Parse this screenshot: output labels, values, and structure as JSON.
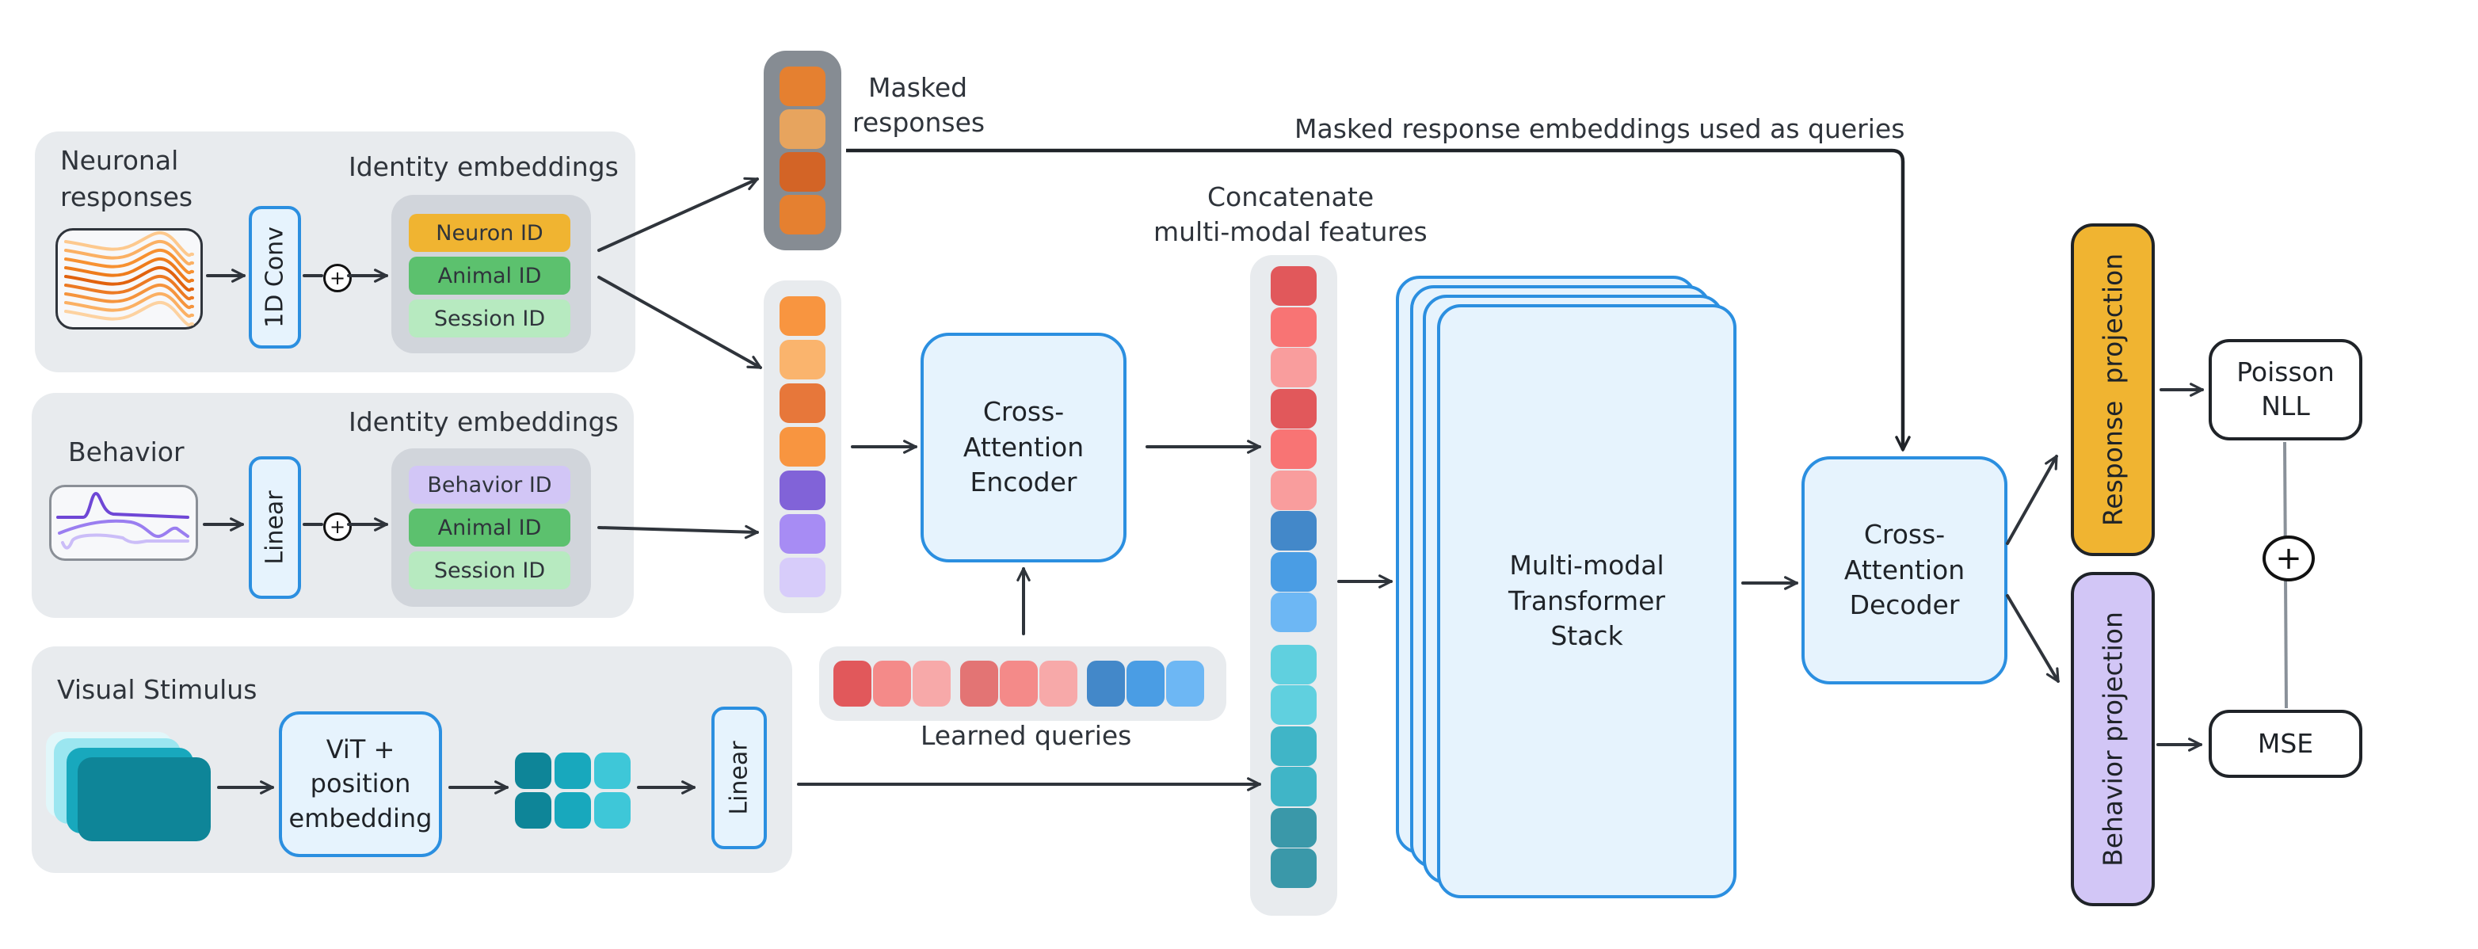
{
  "neuronal_panel": {
    "title_line1": "Neuronal",
    "title_line2": "responses",
    "encoder_label": "1D Conv",
    "identity_title": "Identity embeddings",
    "ids": [
      "Neuron ID",
      "Animal ID",
      "Session ID"
    ],
    "id_colors": [
      "#f0b431",
      "#5cc16e",
      "#b7eac0"
    ],
    "trace_colors": [
      "#fdc98e",
      "#fbb063",
      "#f79131",
      "#ee7c1c",
      "#e1620e",
      "#ec7a23",
      "#f5943d",
      "#fbb063",
      "#fdd2a0"
    ]
  },
  "behavior_panel": {
    "title": "Behavior",
    "encoder_label": "Linear",
    "identity_title": "Identity embeddings",
    "ids": [
      "Behavior ID",
      "Animal ID",
      "Session ID"
    ],
    "id_colors": [
      "#d2c6f6",
      "#5cc16e",
      "#b7eac0"
    ],
    "trace_colors": [
      "#6f47d6",
      "#9a7ef0",
      "#cbbdf8"
    ]
  },
  "visual_panel": {
    "title": "Visual Stimulus",
    "vit_label_line1": "ViT +",
    "vit_label_line2": "position",
    "vit_label_line3": "embedding",
    "encoder_label": "Linear",
    "frame_colors": [
      "#e1f7fa",
      "#9be6f0",
      "#18a8bd",
      "#0e8598"
    ],
    "patch_colors": [
      "#0e8598",
      "#18a8bd",
      "#3ec7d8"
    ]
  },
  "masked": {
    "label_line1": "Masked",
    "label_line2": "responses",
    "cell_colors": [
      "#e58030",
      "#e7a45e",
      "#d36426",
      "#e58030"
    ]
  },
  "embedding_column": {
    "cell_colors": [
      "#f89540",
      "#fab46d",
      "#e7773a",
      "#f89540",
      "#8163d8",
      "#a78cf4",
      "#d7ccfa"
    ]
  },
  "top_connection": {
    "label": "Masked response embeddings used as queries"
  },
  "encoder": {
    "line1": "Cross-",
    "line2": "Attention",
    "line3": "Encoder"
  },
  "learned_queries": {
    "label": "Learned queries",
    "cell_colors": [
      "#e1585b",
      "#f48a89",
      "#f7a9a9",
      "#e37474",
      "#f48a89",
      "#f7a9a9",
      "#4388c9",
      "#4a9de4",
      "#6db7f4"
    ]
  },
  "concat": {
    "label_line1": "Concatenate",
    "label_line2": "multi-modal features",
    "cell_colors_top": [
      "#e1585b",
      "#f87474",
      "#f99d9d",
      "#e1585b",
      "#f87474",
      "#f99d9d",
      "#4388c9",
      "#4a9de4",
      "#6db7f4"
    ],
    "cell_colors_bottom": [
      "#60d0df",
      "#60d0df",
      "#40b5c7",
      "#40b5c7",
      "#3a98a9",
      "#3a98a9"
    ]
  },
  "transformer": {
    "line1": "Multi-modal",
    "line2": "Transformer",
    "line3": "Stack"
  },
  "decoder": {
    "line1": "Cross-",
    "line2": "Attention",
    "line3": "Decoder"
  },
  "projections": {
    "response_label": "Response  projection",
    "response_color": "#f0b431",
    "behavior_label": "Behavior projection",
    "behavior_color": "#d2c6f6"
  },
  "losses": {
    "poisson_line1": "Poisson",
    "poisson_line2": "NLL",
    "mse": "MSE",
    "combine_symbol": "+"
  },
  "add_symbol": "+"
}
